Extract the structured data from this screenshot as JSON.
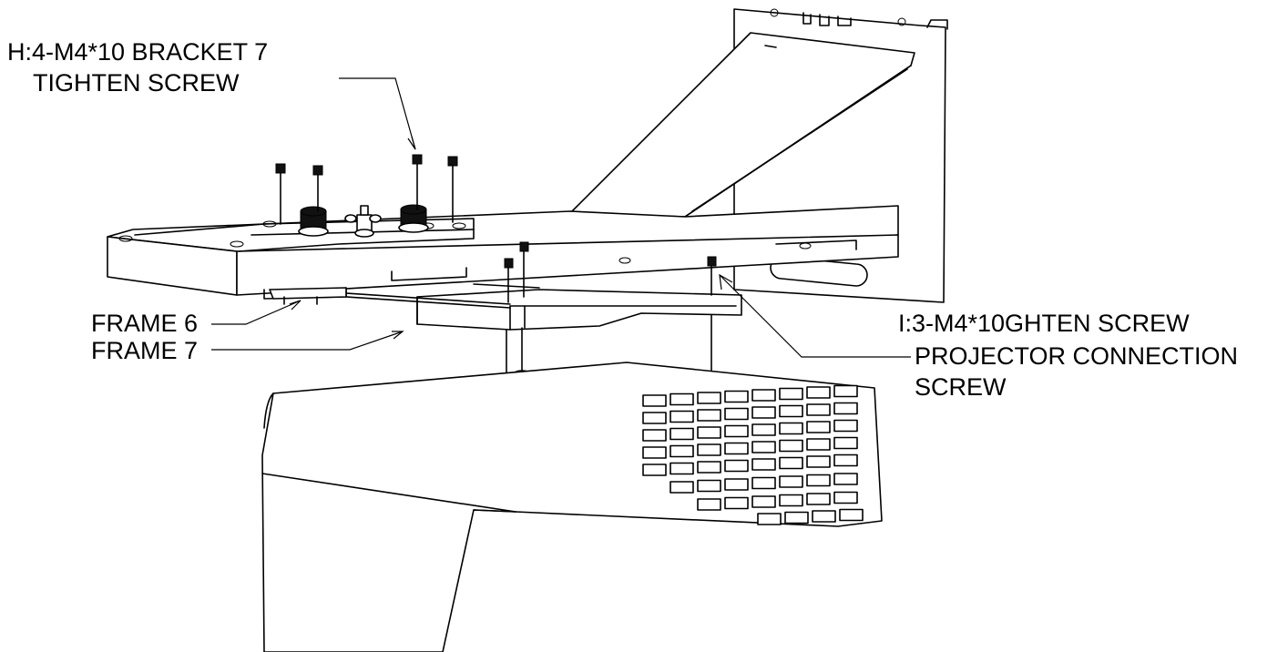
{
  "labels": {
    "h_line1": "H:4-M4*10 BRACKET 7",
    "h_line2": "TIGHTEN SCREW",
    "frame6": "FRAME 6",
    "frame7": "FRAME 7",
    "i_line1": "I:3-M4*10GHTEN SCREW",
    "i_line2": "PROJECTOR CONNECTION",
    "i_line3": "SCREW"
  }
}
